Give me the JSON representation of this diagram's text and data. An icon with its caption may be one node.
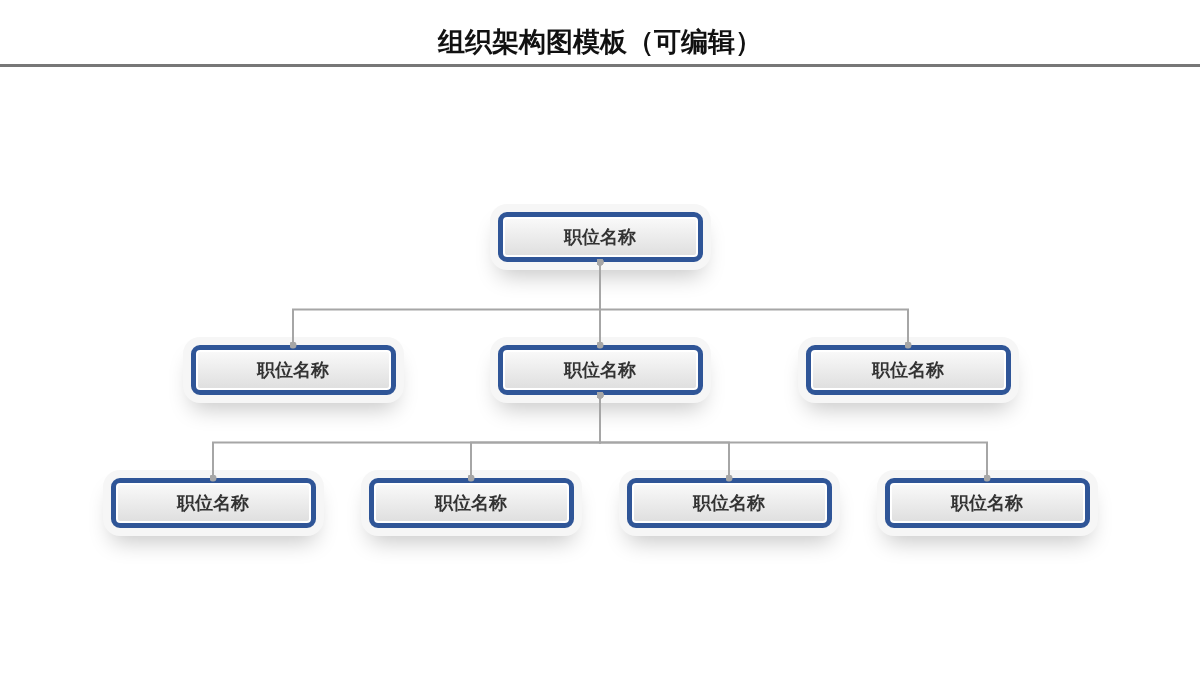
{
  "diagram": {
    "title": "组织架构图模板（可编辑）",
    "nodes": [
      {
        "text": [
          "职位名称"
        ]
      },
      {
        "text": [
          "职位名称"
        ]
      },
      {
        "text": [
          "职位名称"
        ]
      },
      {
        "text": [
          "职位名称"
        ]
      },
      {
        "text": [
          "职位名称"
        ]
      },
      {
        "text": [
          "职位名称"
        ]
      },
      {
        "text": [
          "职位名称"
        ]
      },
      {
        "text": [
          "职位名称"
        ]
      }
    ],
    "edges": [
      {
        "from": 0,
        "to": 1,
        "arrow": "other"
      },
      {
        "from": 0,
        "to": 2,
        "arrow": "other"
      },
      {
        "from": 0,
        "to": 3,
        "arrow": "other"
      },
      {
        "from": 2,
        "to": 4,
        "arrow": "other"
      },
      {
        "from": 2,
        "to": 5,
        "arrow": "other"
      },
      {
        "from": 2,
        "to": 6,
        "arrow": "other"
      },
      {
        "from": 2,
        "to": 7,
        "arrow": "other"
      }
    ]
  }
}
